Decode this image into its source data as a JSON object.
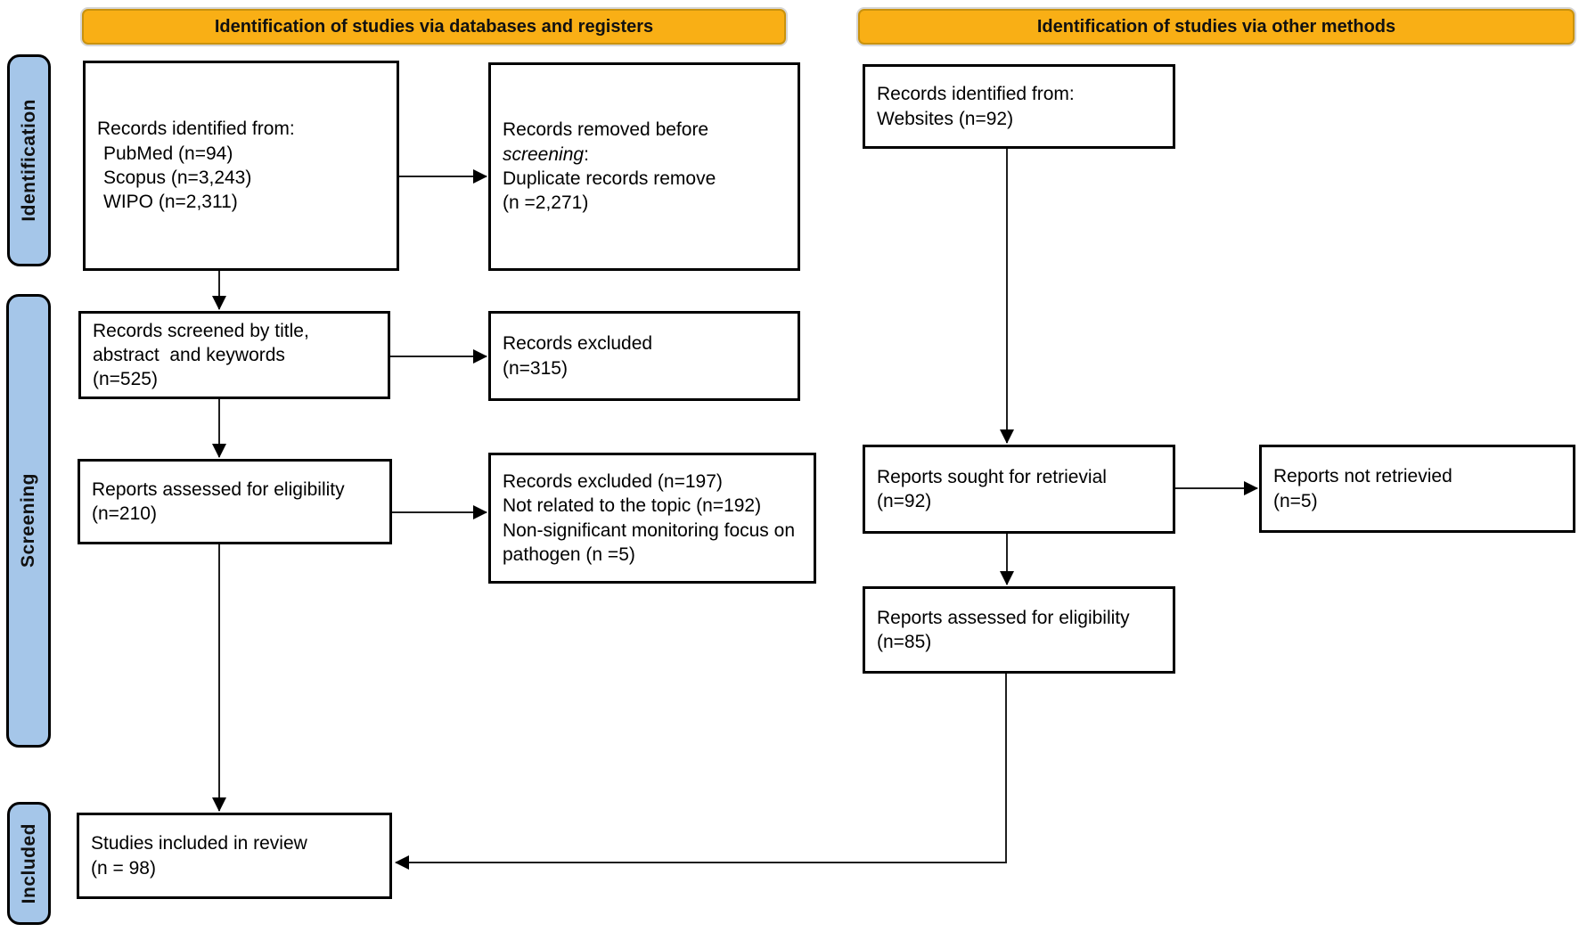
{
  "banners": {
    "databases": "Identification of studies via databases and registers",
    "other": "Identification of studies via other methods"
  },
  "stages": {
    "identification": "Identification",
    "screening": "Screening",
    "included": "Included"
  },
  "boxes": {
    "records_identified_databases": {
      "lines": [
        "Records identified from:",
        "PubMed (n=94)",
        "Scopus (n=3,243)",
        "WIPO (n=2,311)"
      ]
    },
    "records_removed": {
      "line1": "Records removed before",
      "line2_italic": "screening",
      "line2_suffix": ":",
      "line3": "Duplicate records remove",
      "line4": "(n =2,271)"
    },
    "records_identified_other": {
      "lines": [
        "Records identified from:",
        "Websites (n=92)"
      ]
    },
    "records_screened": {
      "lines": [
        "Records screened by title,",
        "abstract  and keywords",
        "(n=525)"
      ]
    },
    "records_excluded_screening": {
      "lines": [
        "Records excluded",
        "(n=315)"
      ]
    },
    "reports_assessed_databases": {
      "lines": [
        "Reports assessed for eligibility",
        "(n=210)"
      ]
    },
    "records_excluded_eligibility": {
      "lines": [
        "Records excluded (n=197)",
        "Not related to the topic (n=192)",
        "Non-significant monitoring focus on",
        "pathogen (n =5)"
      ]
    },
    "reports_sought": {
      "lines": [
        "Reports sought for retrievial",
        "(n=92)"
      ]
    },
    "reports_not_retrieved": {
      "lines": [
        "Reports not retrievied",
        "(n=5)"
      ]
    },
    "reports_assessed_other": {
      "lines": [
        "Reports assessed for eligibility",
        "(n=85)"
      ]
    },
    "studies_included": {
      "lines": [
        "Studies included in review",
        "(n = 98)"
      ]
    }
  },
  "colors": {
    "banner_fill": "#F9AF15",
    "banner_border": "#C9920E",
    "stage_fill": "#A5C6E9",
    "arrow": "#1f1f1f"
  }
}
